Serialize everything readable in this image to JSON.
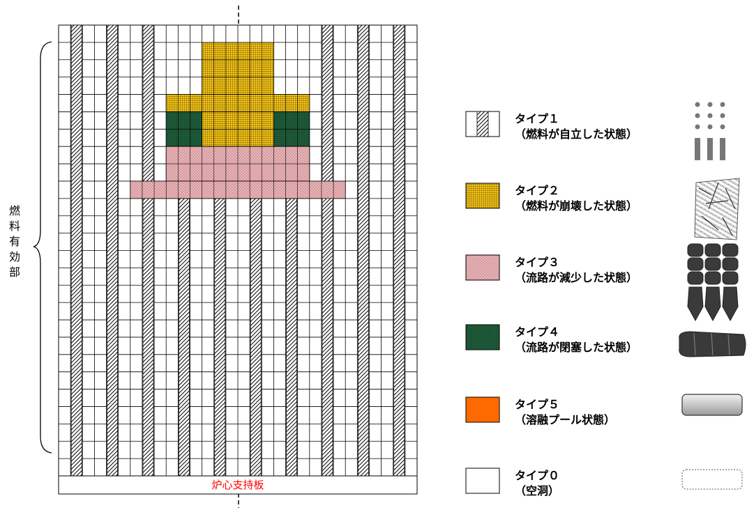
{
  "side_label": [
    "燃",
    "料",
    "有",
    "効",
    "部"
  ],
  "base_label": "炉心支持板",
  "colors": {
    "hatch": "#000000",
    "type2_fill": "#f5c518",
    "type3_fill": "#e8b4b8",
    "type4_fill": "#1f5c3a",
    "type5_fill": "#ff6a00"
  },
  "legend": [
    {
      "title": "タイプ１",
      "desc": "（燃料が自立した状態）",
      "swatch": "hatched-rod",
      "icon": "standing-rods-icon"
    },
    {
      "title": "タイプ２",
      "desc": "（燃料が崩壊した状態）",
      "swatch": "yellow-grid",
      "icon": "rubble-debris-icon"
    },
    {
      "title": "タイプ３",
      "desc": "（流路が減少した状態）",
      "swatch": "pink-dots",
      "icon": "reduced-flow-blocks-icon"
    },
    {
      "title": "タイプ４",
      "desc": "（流路が閉塞した状態）",
      "swatch": "green-dots",
      "icon": "blocked-flow-icon"
    },
    {
      "title": "タイプ５",
      "desc": "（溶融プール状態）",
      "swatch": "orange-solid",
      "icon": "melt-pool-icon"
    },
    {
      "title": "タイプ０",
      "desc": "（空洞）",
      "swatch": "white-empty",
      "icon": "cavity-dotted-icon"
    }
  ]
}
